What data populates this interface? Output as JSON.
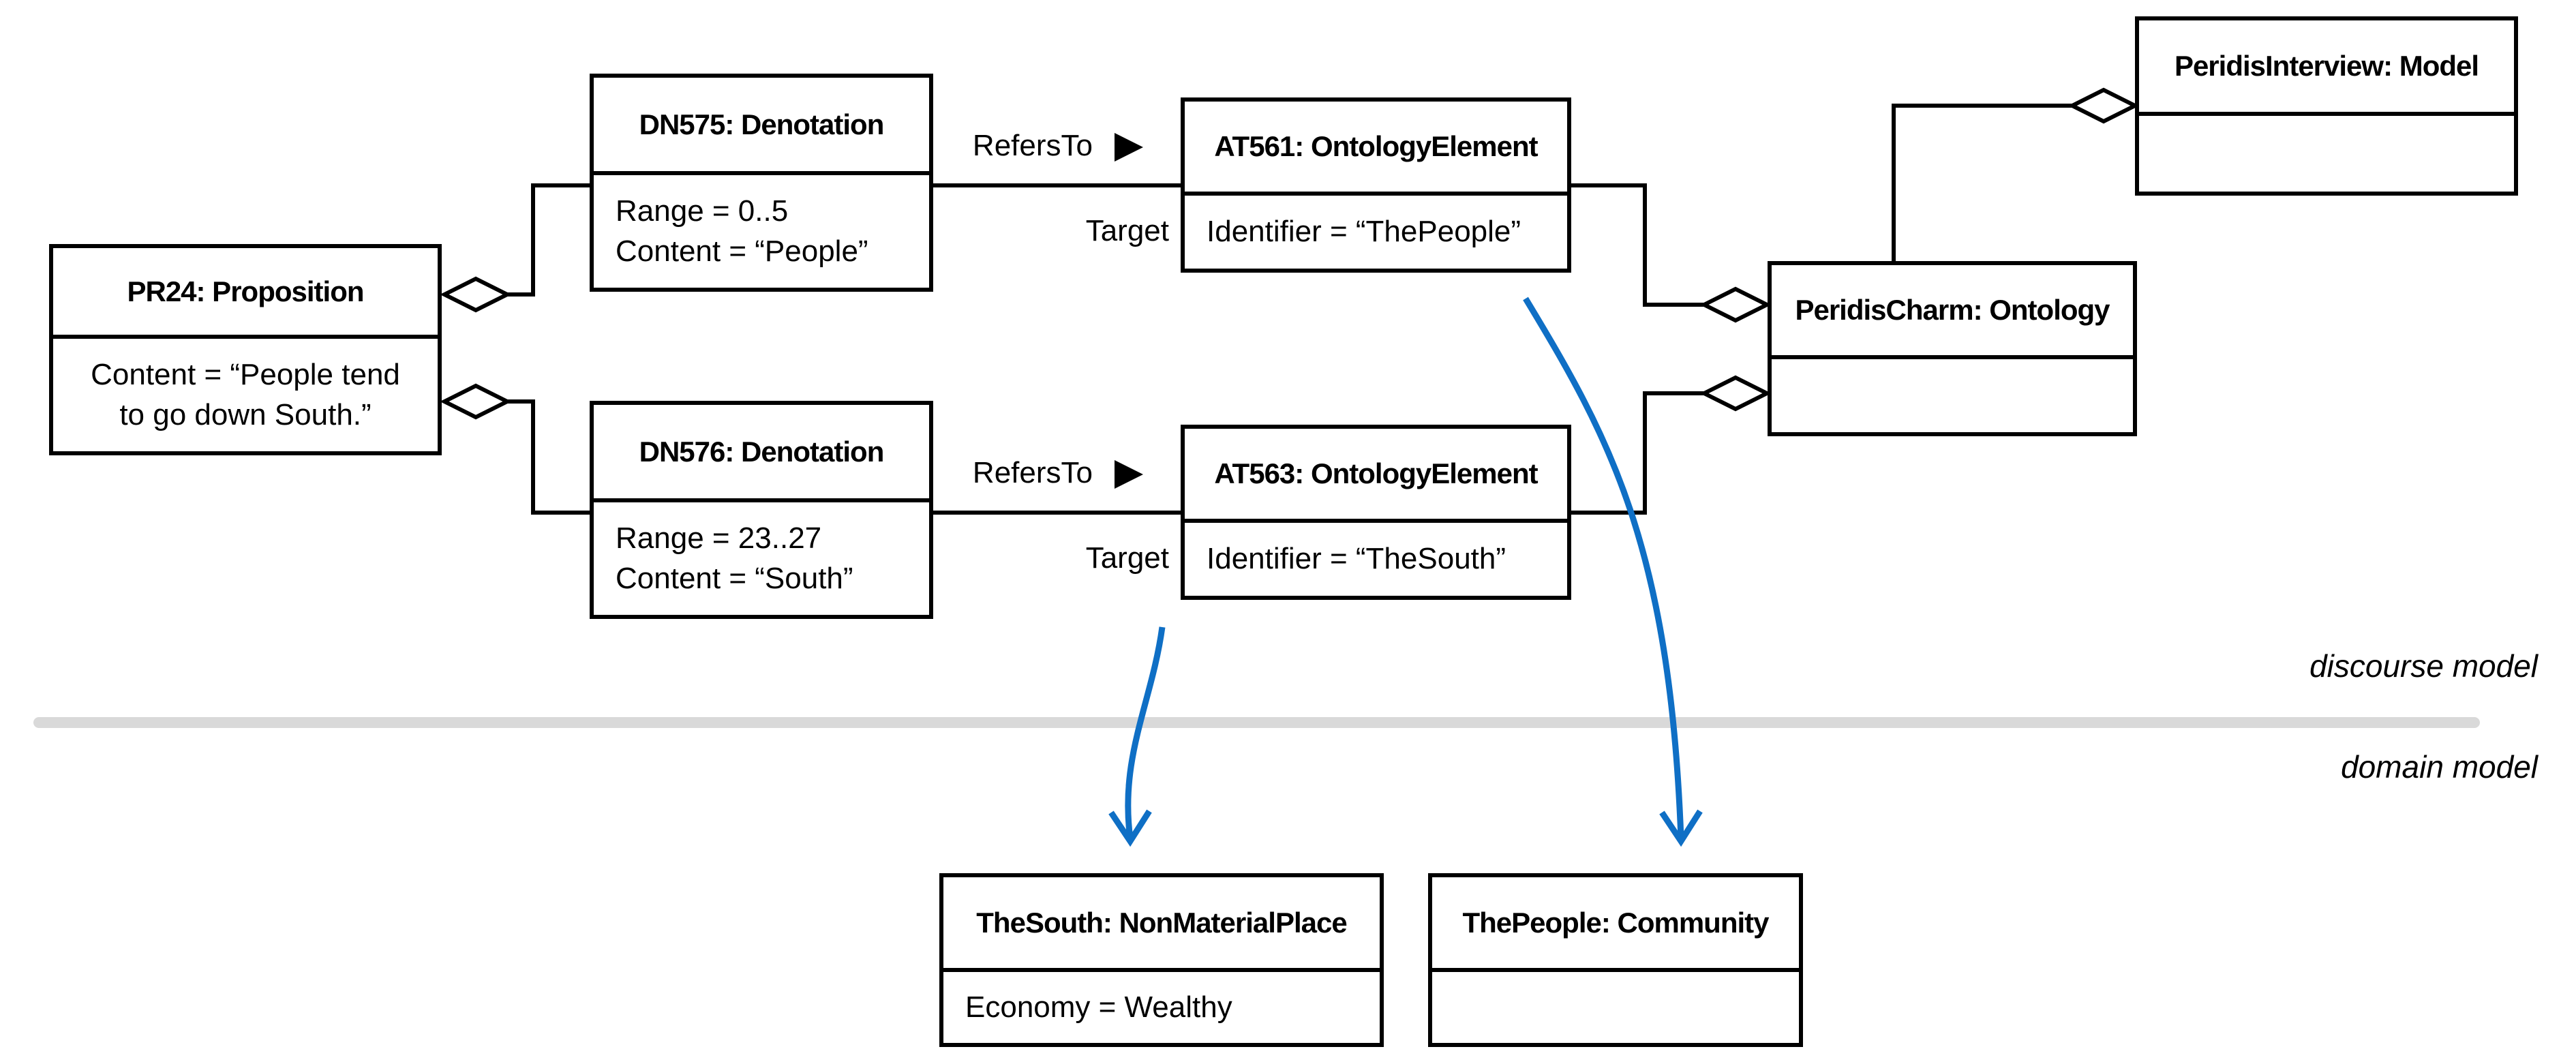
{
  "nodes": {
    "pr24": {
      "title": "PR24: Proposition",
      "attr_line1": "Content = “People tend",
      "attr_line2": "to go down South.”"
    },
    "dn575": {
      "title": "DN575: Denotation",
      "attr_line1": "Range = 0..5",
      "attr_line2": "Content = “People”"
    },
    "dn576": {
      "title": "DN576: Denotation",
      "attr_line1": "Range = 23..27",
      "attr_line2": "Content = “South”"
    },
    "at561": {
      "title": "AT561: OntologyElement",
      "attr_line1": "Identifier = “ThePeople”"
    },
    "at563": {
      "title": "AT563: OntologyElement",
      "attr_line1": "Identifier = “TheSouth”"
    },
    "peridischarm": {
      "title": "PeridisCharm: Ontology"
    },
    "peridisinterview": {
      "title": "PeridisInterview: Model"
    },
    "thesouth": {
      "title": "TheSouth: NonMaterialPlace",
      "attr_line1": "Economy = Wealthy"
    },
    "thepeople": {
      "title": "ThePeople: Community"
    }
  },
  "labels": {
    "refers_to": "RefersTo",
    "target": "Target",
    "discourse_model": "discourse model",
    "domain_model": "domain model"
  },
  "colors": {
    "arrow_blue": "#0f6fc5",
    "divider_gray": "#d9d9d9",
    "line_black": "#000000"
  }
}
